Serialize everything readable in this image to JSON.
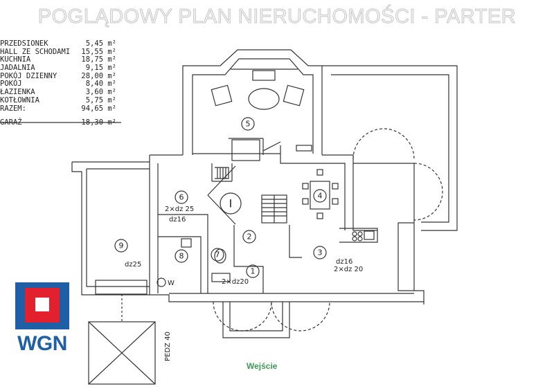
{
  "title": "POGLĄDOWY PLAN NIERUCHOMOŚCI - PARTER",
  "legend": {
    "rooms": [
      {
        "name": "PRZEDSIONEK",
        "area": "5,45 m²"
      },
      {
        "name": "HALL ZE SCHODAMI",
        "area": "15,55 m²"
      },
      {
        "name": "KUCHNIA",
        "area": "18,75 m²"
      },
      {
        "name": "JADALNIA",
        "area": "9,15 m²"
      },
      {
        "name": "POKÓJ DZIENNY",
        "area": "28,00 m²"
      },
      {
        "name": "POKÓJ",
        "area": "8,40 m²"
      },
      {
        "name": "ŁAZIENKA",
        "area": "3,60 m²"
      },
      {
        "name": "KOTŁOWNIA",
        "area": "5,75 m²"
      }
    ],
    "total": {
      "name": "RAZEM:",
      "area": "94,65 m²"
    },
    "garage": {
      "name": "GARAŻ",
      "area": "18,30 m²"
    }
  },
  "plan": {
    "room_numbers": [
      "1",
      "2",
      "3",
      "4",
      "5",
      "6",
      "7",
      "8",
      "9"
    ],
    "floor_label": "I",
    "annotations": {
      "dz25_pair": "2×dz 25",
      "dz16_a": "dz16",
      "dz25": "dz25",
      "dz16_b": "dz16",
      "dz20_pair_a": "2×dz 20",
      "dz20_pair_b": "2×dz20",
      "w": "W",
      "pedz": "PEDZ 40"
    }
  },
  "entrance_label": "Wejście",
  "logo": {
    "text": "WGN",
    "colors": {
      "blue": "#1f5fa6",
      "red": "#e3202d"
    }
  }
}
